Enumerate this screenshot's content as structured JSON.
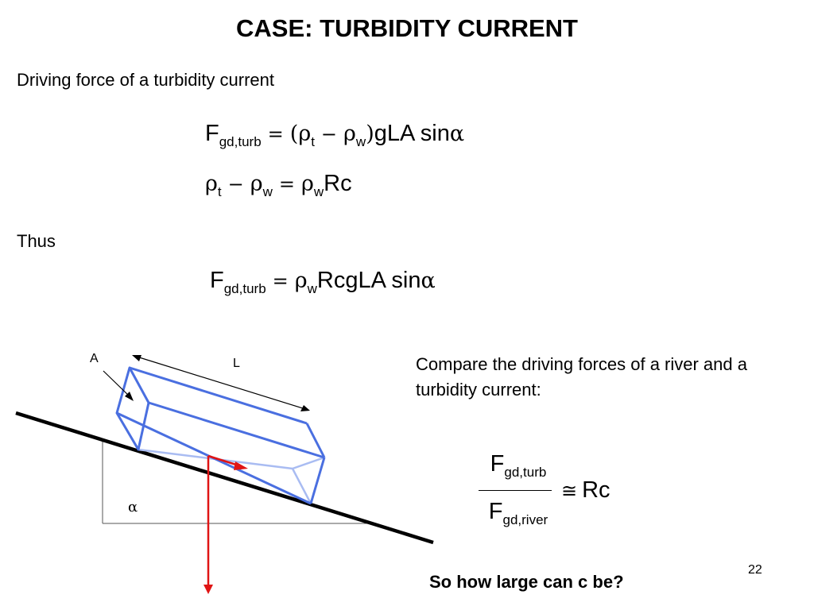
{
  "slide": {
    "title": "CASE: TURBIDITY CURRENT",
    "intro": "Driving force of a turbidity current",
    "thus": "Thus",
    "compare_text": "Compare the driving forces of a river and a turbidity current:",
    "question": "So how large can c be?",
    "page_number": "22"
  },
  "equations": {
    "eq1": {
      "lhs_base": "F",
      "lhs_sub": "gd,turb",
      "equals": "=",
      "paren_open": "(",
      "rho1": "ρ",
      "rho1_sub": "t",
      "minus": "−",
      "rho2": "ρ",
      "rho2_sub": "w",
      "paren_close": ")",
      "tail": "gLA sin",
      "alpha": "α"
    },
    "eq2": {
      "rho1": "ρ",
      "rho1_sub": "t",
      "minus": "−",
      "rho2": "ρ",
      "rho2_sub": "w",
      "equals": "=",
      "rho3": "ρ",
      "rho3_sub": "w",
      "tail": "Rc"
    },
    "eq3": {
      "lhs_base": "F",
      "lhs_sub": "gd,turb",
      "equals": "=",
      "rho": "ρ",
      "rho_sub": "w",
      "tail": "RcgLA sin",
      "alpha": "α"
    },
    "ratio": {
      "num_base": "F",
      "num_sub": "gd,turb",
      "den_base": "F",
      "den_sub": "gd,river",
      "approx": "≅",
      "rhs": "Rc"
    }
  },
  "diagram": {
    "label_A": "A",
    "label_L": "L",
    "label_alpha": "α",
    "colors": {
      "box": "#4a6fe0",
      "box_inner": "#a9bcf2",
      "slope": "#000000",
      "force": "#e01414",
      "guide": "#555555"
    }
  }
}
